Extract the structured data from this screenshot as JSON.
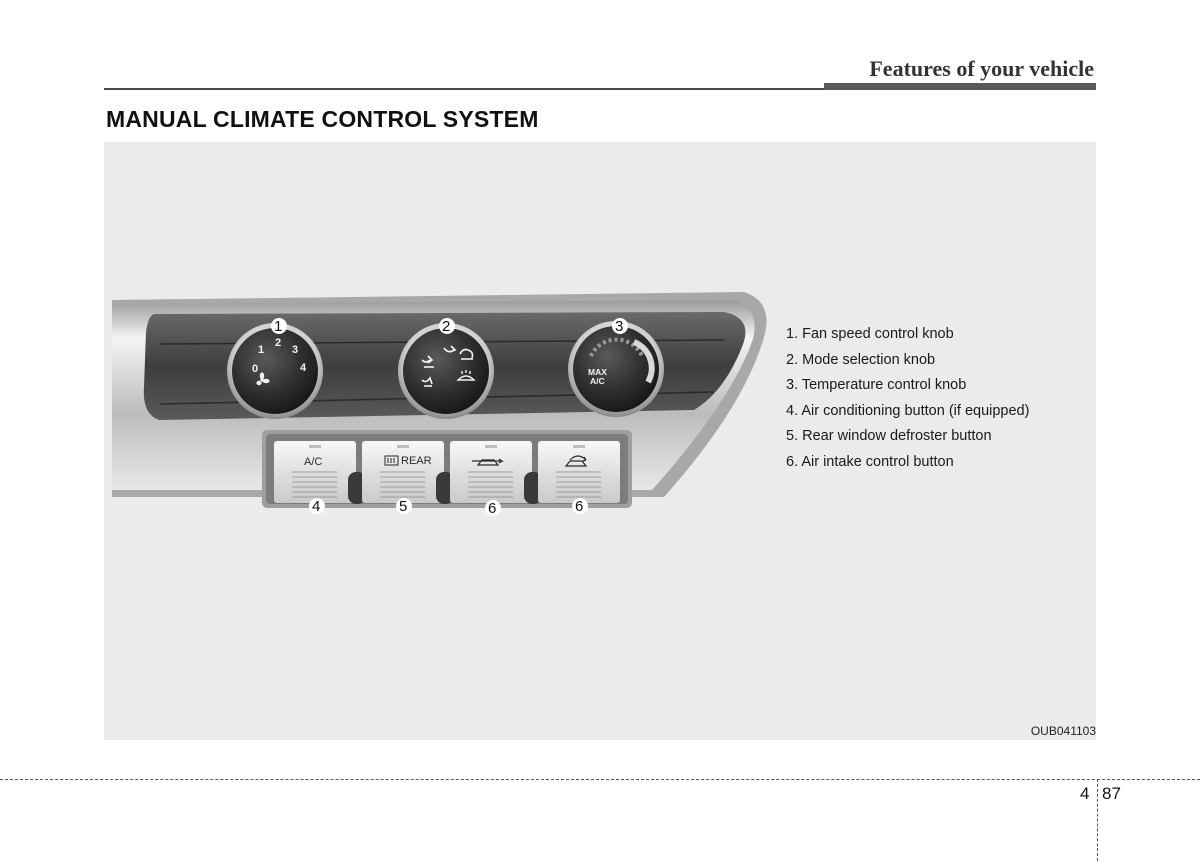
{
  "header": {
    "section_title": "Features of your vehicle"
  },
  "heading": "MANUAL CLIMATE CONTROL SYSTEM",
  "figure": {
    "knobs": {
      "fan": {
        "callout": "1",
        "ticks": [
          "0",
          "1",
          "2",
          "3",
          "4"
        ]
      },
      "mode": {
        "callout": "2"
      },
      "temperature": {
        "callout": "3",
        "label_line1": "MAX",
        "label_line2": "A/C"
      }
    },
    "buttons": [
      {
        "callout": "4",
        "label": "A/C"
      },
      {
        "callout": "5",
        "label": "REAR"
      },
      {
        "callout": "6",
        "label": ""
      },
      {
        "callout": "6",
        "label": ""
      }
    ],
    "image_code": "OUB041103"
  },
  "legend": [
    "1. Fan speed control knob",
    "2. Mode selection knob",
    "3. Temperature control knob",
    "4. Air conditioning button (if equipped)",
    "5. Rear window defroster button",
    "6. Air intake control button"
  ],
  "footer": {
    "chapter": "4",
    "page": "87"
  }
}
